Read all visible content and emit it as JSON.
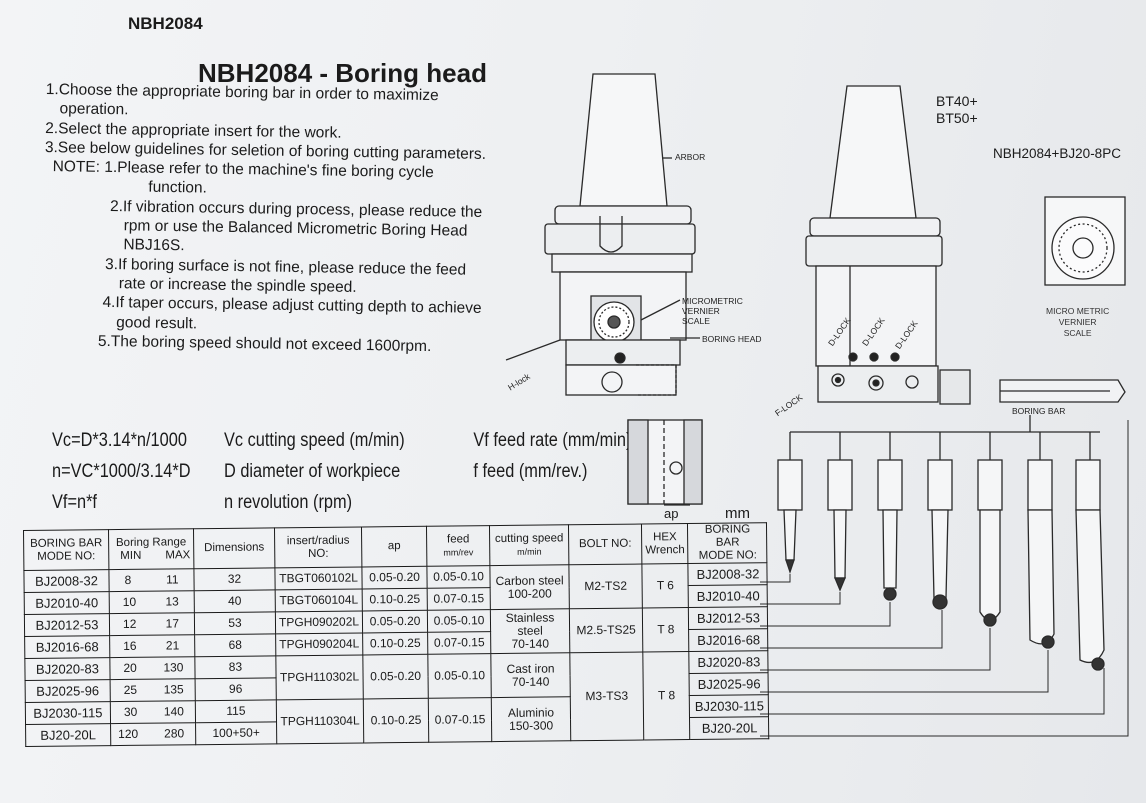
{
  "header": {
    "code": "NBH2084",
    "title": "NBH2084 - Boring head"
  },
  "instructions": [
    "1.Choose the appropriate boring bar in order to maximize",
    "   operation.",
    "2.Select the appropriate insert for the work.",
    "3.See below guidelines for seletion of boring cutting parameters.",
    " NOTE: 1.Please refer to the machine's fine boring cycle",
    "             function.",
    "           2.If vibration occurs during process, please reduce the",
    "             rpm or use the Balanced Micrometric Boring Head",
    "             NBJ16S.",
    "           3.If boring surface is not fine, please reduce the feed",
    "             rate or increase the spindle speed.",
    "           4.If taper occurs, please adjust cutting depth to achieve",
    "             good result.",
    "           5.The boring speed should not exceed 1600rpm."
  ],
  "formulas": [
    {
      "formula": "Vc=D*3.14*n/1000",
      "def1": "Vc cutting speed  (m/min)",
      "def2": "Vf  feed rate  (mm/min)"
    },
    {
      "formula": "n=VC*1000/3.14*D",
      "def1": "D  diameter of workpiece",
      "def2": "f   feed     (mm/rev.)"
    },
    {
      "formula": "Vf=n*f",
      "def1": "n  revolution   (rpm)",
      "def2": ""
    }
  ],
  "diagram_labels": {
    "arbor": "ARBOR",
    "micrometric": "MICROMETRIC",
    "vernier": "VERNIER",
    "scale": "SCALE",
    "boring_head": "BORING HEAD",
    "h_lock": "H-lock",
    "d_lock": "D-LOCK",
    "f_lock": "F-LOCK",
    "boring_bar": "BORING BAR",
    "ap": "ap",
    "mm": "mm",
    "bt": "BT40+\nBT50+",
    "model": "NBH2084+BJ20-8PC",
    "micro_metric_vernier_scale": "MICRO METRIC\nVERNIER\nSCALE"
  },
  "table": {
    "headers": {
      "boring_bar": "BORING BAR",
      "mode_no": "MODE NO:",
      "boring_range": "Boring Range",
      "min": "MIN",
      "max": "MAX",
      "dimensions": "Dimensions",
      "insert": "insert/radius",
      "insert_no": "NO:",
      "ap": "ap",
      "feed": "feed",
      "feed_unit": "mm/rev",
      "cutting_speed": "cutting speed",
      "cutting_unit": "m/min",
      "bolt": "BOLT NO:",
      "hex": "HEX",
      "wrench": "Wrench",
      "boring_bar2": "BORING BAR",
      "mode_no2": "MODE NO:"
    },
    "rows": [
      {
        "model": "BJ2008-32",
        "min": "8",
        "max": "11",
        "dim": "32",
        "insert": "TBGT060102L",
        "ap": "0.05-0.20",
        "feed": "0.05-0.10",
        "model2": "BJ2008-32"
      },
      {
        "model": "BJ2010-40",
        "min": "10",
        "max": "13",
        "dim": "40",
        "insert": "TBGT060104L",
        "ap": "0.10-0.25",
        "feed": "0.07-0.15",
        "model2": "BJ2010-40"
      },
      {
        "model": "BJ2012-53",
        "min": "12",
        "max": "17",
        "dim": "53",
        "insert": "TPGH090202L",
        "ap": "0.05-0.20",
        "feed": "0.05-0.10",
        "model2": "BJ2012-53"
      },
      {
        "model": "BJ2016-68",
        "min": "16",
        "max": "21",
        "dim": "68",
        "insert": "TPGH090204L",
        "ap": "0.10-0.25",
        "feed": "0.07-0.15",
        "model2": "BJ2016-68"
      },
      {
        "model": "BJ2020-83",
        "min": "20",
        "max": "130",
        "dim": "83",
        "model2": "BJ2020-83"
      },
      {
        "model": "BJ2025-96",
        "min": "25",
        "max": "135",
        "dim": "96",
        "model2": "BJ2025-96"
      },
      {
        "model": "BJ2030-115",
        "min": "30",
        "max": "140",
        "dim": "115",
        "model2": "BJ2030-115"
      },
      {
        "model": "BJ20-20L",
        "min": "120",
        "max": "280",
        "dim": "100+50+",
        "model2": "BJ20-20L"
      }
    ],
    "merged": {
      "insert_302": "TPGH110302L",
      "ap_302": "0.05-0.20",
      "feed_302": "0.05-0.10",
      "insert_304": "TPGH110304L",
      "ap_304": "0.10-0.25",
      "feed_304": "0.07-0.15",
      "speed_carbon": "Carbon steel\n100-200",
      "speed_stainless": "Stainless steel\n70-140",
      "speed_cast": "Cast iron\n70-140",
      "speed_alu": "Aluminio\n150-300",
      "bolt_1": "M2-TS2",
      "bolt_2": "M2.5-TS25",
      "bolt_3": "M3-TS3",
      "hex_1": "T 6",
      "hex_2": "T 8",
      "hex_3": "T 8"
    }
  }
}
